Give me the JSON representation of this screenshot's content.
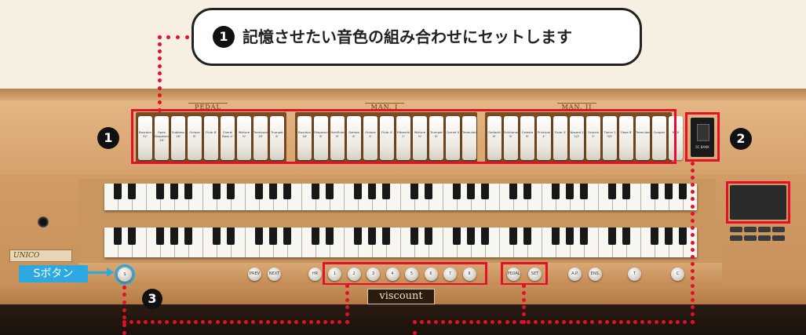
{
  "callout": {
    "number": "1",
    "text": "記憶させたい音色の組み合わせにセットします"
  },
  "groups": {
    "pedal": "PEDAL",
    "man1": "MAN. I",
    "man2": "MAN. II"
  },
  "stops": {
    "pedal": [
      "Bourdon 32'",
      "Open Diapason 16'",
      "Subbass 16'",
      "Octave 8'",
      "Flute 8'",
      "Choral Bass 4'",
      "Mixture IV",
      "Trombone 16'",
      "Trumpet 8'"
    ],
    "man1": [
      "Bourdon 16'",
      "Diapason 8'",
      "Hohlflute 8'",
      "Gamba 8'",
      "Octave 4'",
      "Flute 4'",
      "Fifteenth 2'",
      "Mixture IV",
      "Trumpet 8'",
      "Cornet V",
      "Tremulant"
    ],
    "man2": [
      "Gedackt 8'",
      "Salicional 8'",
      "Celeste 8'",
      "Principal 4'",
      "Flute 4'",
      "Nazard 2 2/3'",
      "Octavin 2'",
      "Tierce 1 3/5'",
      "Oboe 8'",
      "Tremulant",
      "Coupler",
      "MIDI"
    ]
  },
  "badges": {
    "b1": "1",
    "b2": "2",
    "b3": "3"
  },
  "smart_panel": {
    "label": "SC BANK"
  },
  "s_button": {
    "label": "Sボタン",
    "piston": "S"
  },
  "pistons": {
    "left": [
      "PREV",
      "NEXT"
    ],
    "hr": "HR",
    "memory": [
      "1",
      "2",
      "3",
      "4",
      "5",
      "6",
      "7",
      "8"
    ],
    "pair": [
      "PEDAL",
      "SET"
    ],
    "right": [
      "A.P.",
      "ENS.",
      "T",
      "C"
    ]
  },
  "brand": {
    "name": "viscount",
    "model": "UNICO"
  },
  "colors": {
    "accent": "#e4102a",
    "wood": "#d5a26c",
    "badge": "#111111",
    "label_bg": "#2ea8e0"
  }
}
